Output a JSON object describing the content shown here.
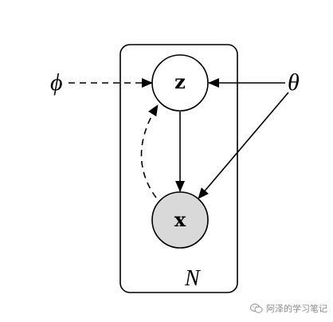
{
  "nodes": {
    "latent": {
      "label": "z"
    },
    "observed": {
      "label": "x"
    }
  },
  "parameters": {
    "variational": {
      "label": "ϕ"
    },
    "generative": {
      "label": "θ"
    }
  },
  "plate": {
    "label": "N"
  },
  "colors": {
    "stroke": "#000000",
    "observed_fill": "#d9d9d9",
    "latent_fill": "#ffffff"
  },
  "watermark": {
    "icon": "wechat-icon",
    "text": "阿泽的学习笔记"
  }
}
